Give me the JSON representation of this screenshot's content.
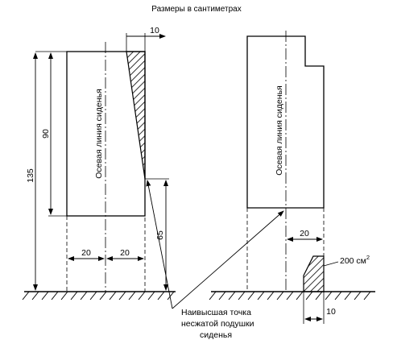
{
  "title": "Размеры в сантиметрах",
  "left": {
    "centerline_label": "Осевая линия сиденья",
    "dim_total_height": "135",
    "dim_back_height": "90",
    "dim_top_width": "10",
    "dim_lower_height": "65",
    "dim_left_offset": "20",
    "dim_right_offset": "20"
  },
  "right": {
    "centerline_label": "Осевая линия сиденья",
    "dim_offset": "20",
    "dim_bottom_width": "10",
    "area_label_value": "200 см",
    "area_label_exponent": "2"
  },
  "callout": {
    "line1": "Наивысшая точка",
    "line2": "несжатой подушки",
    "line3": "сиденья"
  }
}
